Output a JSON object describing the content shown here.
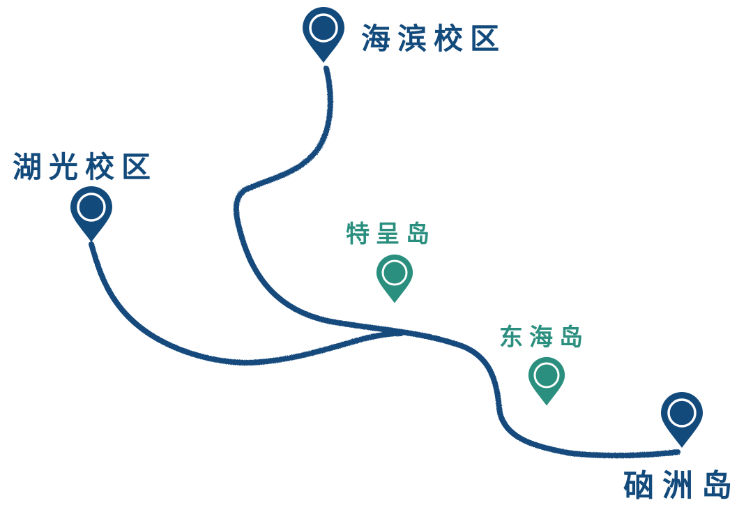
{
  "colors": {
    "route": "#134a7c",
    "campus_pin": "#134a7c",
    "island_pin": "#2a8f7e",
    "pin_ring": "#ffffff",
    "background": "#ffffff"
  },
  "locations": {
    "haibin": {
      "label": "海滨校区",
      "type": "campus",
      "icon": "map-pin-icon"
    },
    "huguang": {
      "label": "湖光校区",
      "type": "campus",
      "icon": "map-pin-icon"
    },
    "techeng": {
      "label": "特呈岛",
      "type": "island",
      "icon": "map-pin-icon"
    },
    "donghai": {
      "label": "东海岛",
      "type": "island",
      "icon": "map-pin-icon"
    },
    "naozhou": {
      "label": "硇洲岛",
      "type": "island-destination",
      "icon": "map-pin-icon"
    }
  },
  "routes": [
    {
      "from": "海滨校区",
      "to": "硇洲岛"
    },
    {
      "from": "湖光校区",
      "to": "硇洲岛"
    }
  ]
}
